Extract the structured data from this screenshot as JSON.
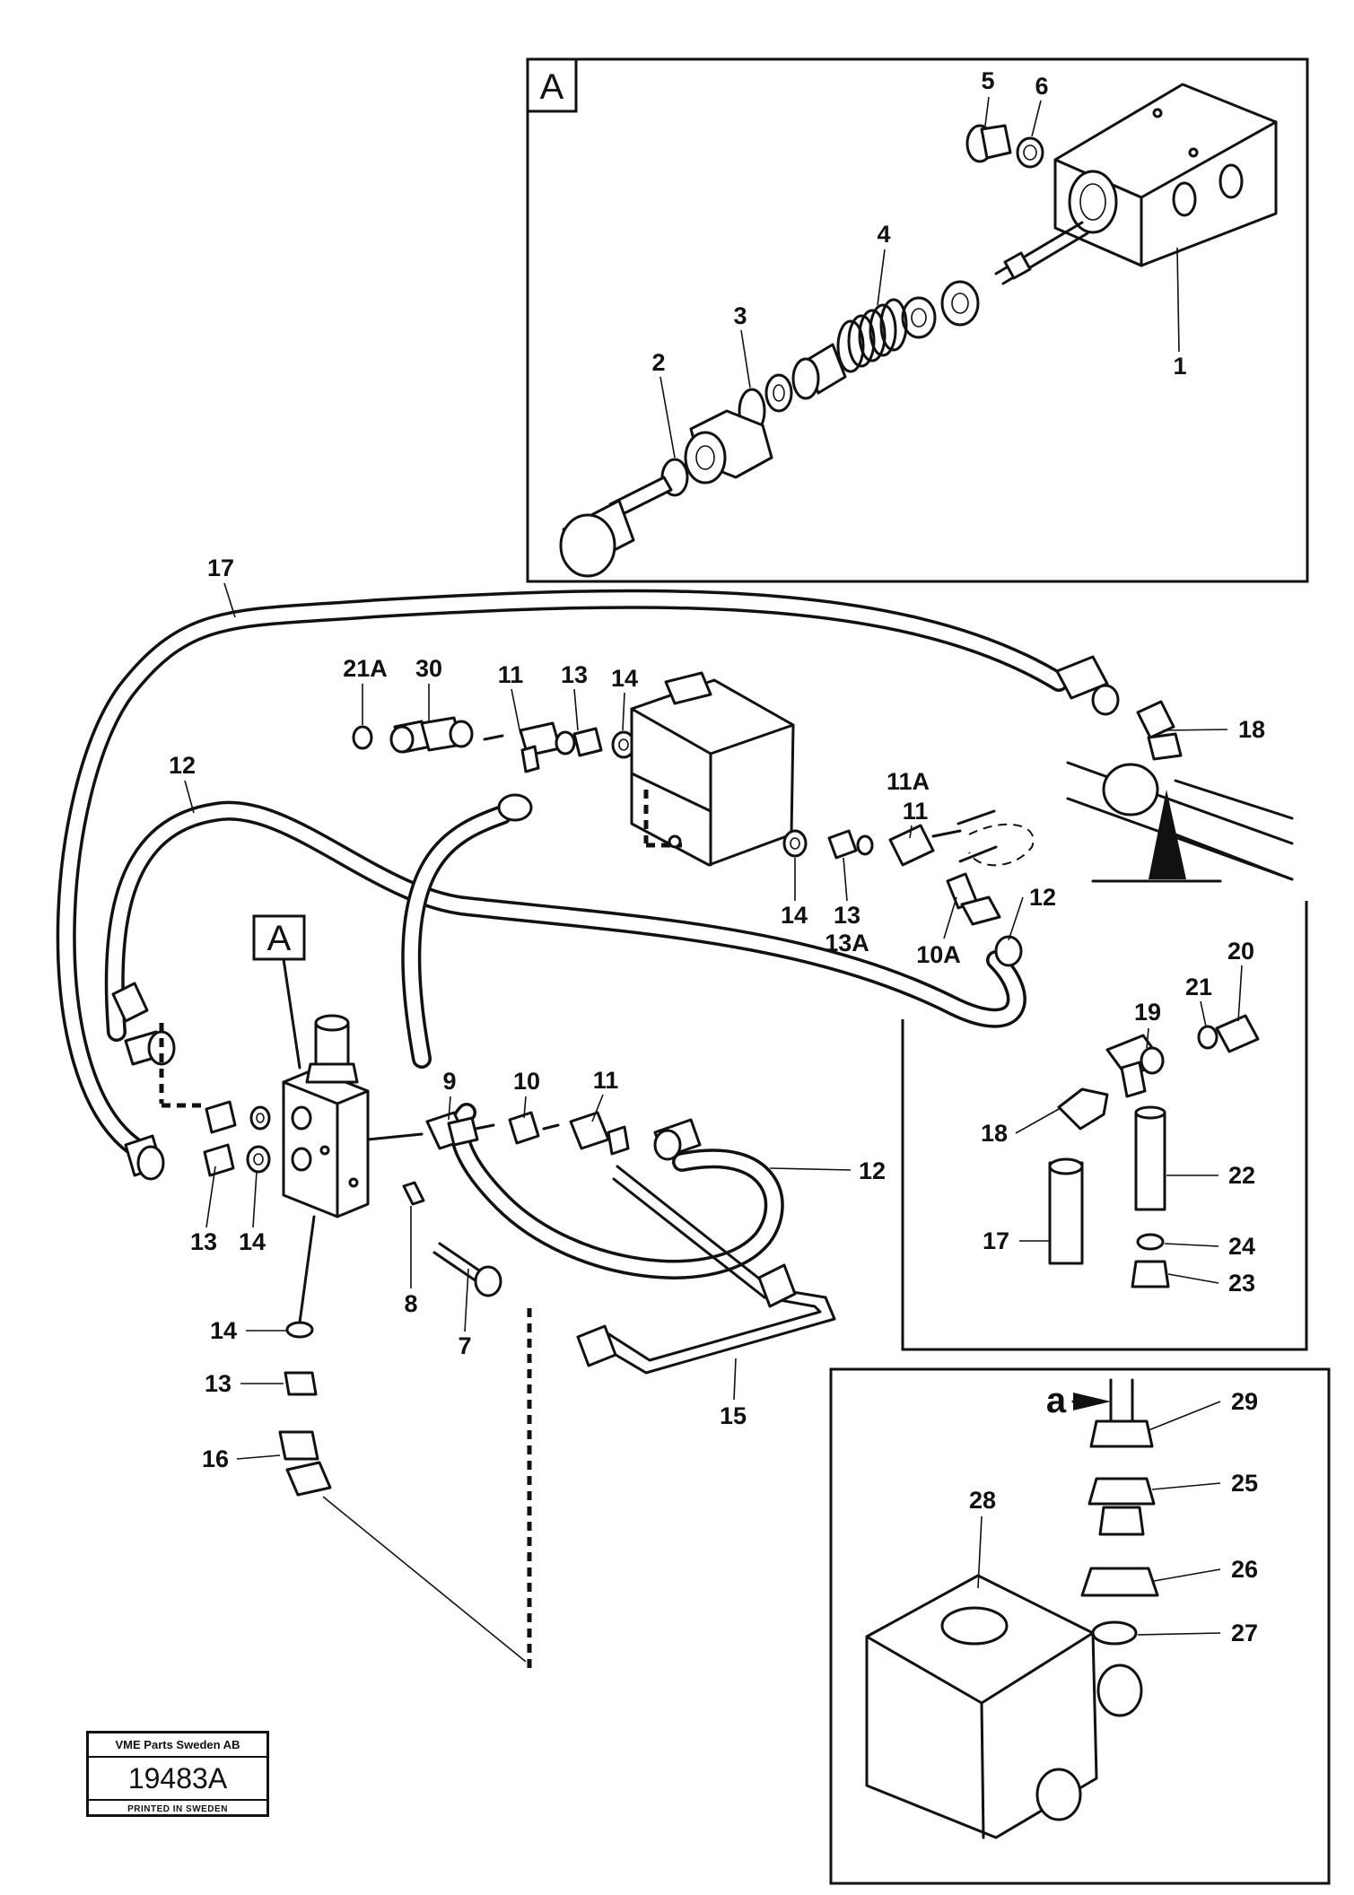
{
  "detail_labels": {
    "inset_top": "A",
    "valve_ref": "A",
    "arrow_a": "a"
  },
  "callouts": {
    "inset_a": [
      "5",
      "6",
      "4",
      "3",
      "2",
      "1"
    ],
    "hose_top": [
      "17",
      "18"
    ],
    "valve_cluster_top": [
      "21A",
      "30",
      "11",
      "13",
      "14"
    ],
    "right_cluster": [
      "11A",
      "11",
      "14",
      "13",
      "13A",
      "12",
      "10A"
    ],
    "left_side": [
      "12",
      "13",
      "14",
      "9",
      "10",
      "11",
      "12",
      "8",
      "7",
      "14",
      "13",
      "16",
      "15"
    ],
    "right_box": [
      "20",
      "21",
      "19",
      "18",
      "22",
      "17",
      "24",
      "23"
    ],
    "pump_box": [
      "29",
      "25",
      "26",
      "27",
      "28"
    ]
  },
  "stamp": {
    "company": "VME Parts Sweden AB",
    "number": "19483A",
    "printed": "PRINTED IN SWEDEN"
  }
}
